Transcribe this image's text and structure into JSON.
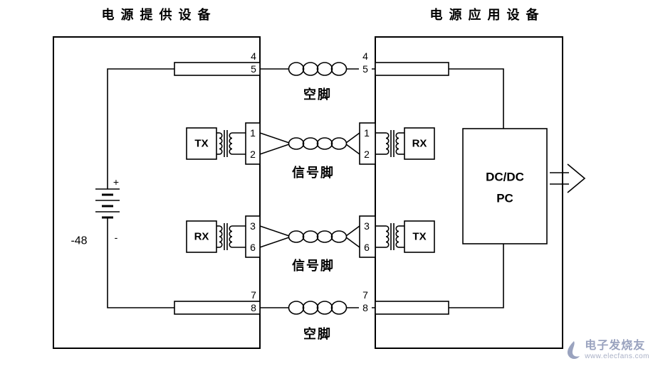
{
  "titles": {
    "left": "电 源 提 供 设 备",
    "right": "电 源 应 用 设 备"
  },
  "battery": {
    "plus_label": "+",
    "minus_label": "-",
    "voltage_label": "-48"
  },
  "pairs": {
    "spare_top": {
      "label": "空脚",
      "left_pin_top": "4",
      "left_pin_bottom": "5",
      "right_pin_top": "4",
      "right_pin_bottom": "5"
    },
    "signal_upper": {
      "label": "信号脚",
      "left_device": "TX",
      "right_device": "RX",
      "left_pin_top": "1",
      "left_pin_bottom": "2",
      "right_pin_top": "1",
      "right_pin_bottom": "2"
    },
    "signal_lower": {
      "label": "信号脚",
      "left_device": "RX",
      "right_device": "TX",
      "left_pin_top": "3",
      "left_pin_bottom": "6",
      "right_pin_top": "3",
      "right_pin_bottom": "6"
    },
    "spare_bottom": {
      "label": "空脚",
      "left_pin_top": "7",
      "left_pin_bottom": "8",
      "right_pin_top": "7",
      "right_pin_bottom": "8"
    }
  },
  "dcdc": {
    "line1": "DC/DC",
    "line2": "PC"
  },
  "watermark": {
    "name": "电子发烧友",
    "url": "www.elecfans.com",
    "color": "#9aa3bf"
  },
  "colors": {
    "line": "#000000",
    "background": "#ffffff"
  }
}
